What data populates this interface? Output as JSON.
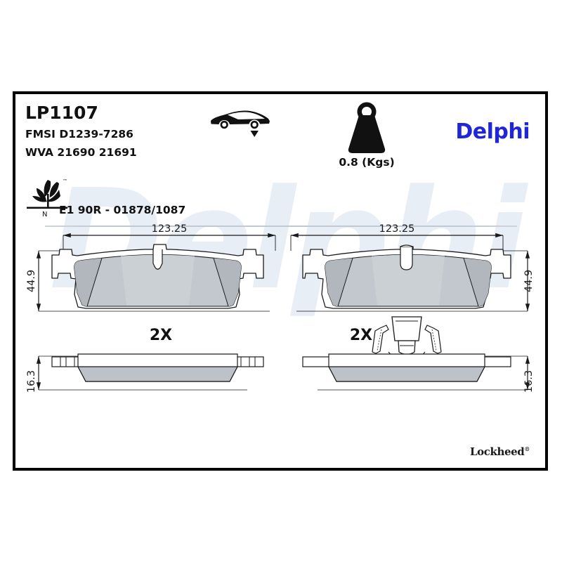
{
  "header": {
    "part_number": "LP1107",
    "fmsi": "FMSI D1239-7286",
    "wva": "WVA 21690 21691",
    "ece_approval": "E1 90R - 01878/1087",
    "brand": "Delphi",
    "brand_color": "#1f25d8",
    "weight_label": "0.8 (Kgs)",
    "axle_icon": "car-rear-axle-icon",
    "weight_icon": "weight-kettlebell-icon",
    "eco_icon": "eco-leaf-n-mark-icon"
  },
  "watermark": {
    "text": "Delphi",
    "color": "#e8eef6"
  },
  "footer": {
    "sub_brand": "Lockheed",
    "registered_mark": "®"
  },
  "drawing": {
    "views": [
      {
        "id": "pad-left-plan",
        "name": "plan-view-left-pad",
        "width_dimension": "123.25",
        "height_dimension": "44.9",
        "quantity": "2X",
        "notch": "v-notch",
        "wear_sensor": false
      },
      {
        "id": "pad-right-plan",
        "name": "plan-view-right-pad",
        "width_dimension": "123.25",
        "height_dimension": "44.9",
        "quantity": "2X",
        "notch": "round-notch",
        "wear_sensor": true
      },
      {
        "id": "pad-left-side",
        "name": "side-view-left-pad",
        "thickness_dimension": "16.3"
      },
      {
        "id": "pad-right-side",
        "name": "side-view-right-pad",
        "thickness_dimension": "16.3",
        "wear_sensor_clip": "wear-sensor-plug-icon"
      }
    ],
    "colors": {
      "friction_light": "#c9cdd2",
      "friction_mid": "#b9bec4",
      "friction_dark": "#a9aeb5",
      "outline": "#1a1a1a"
    }
  }
}
